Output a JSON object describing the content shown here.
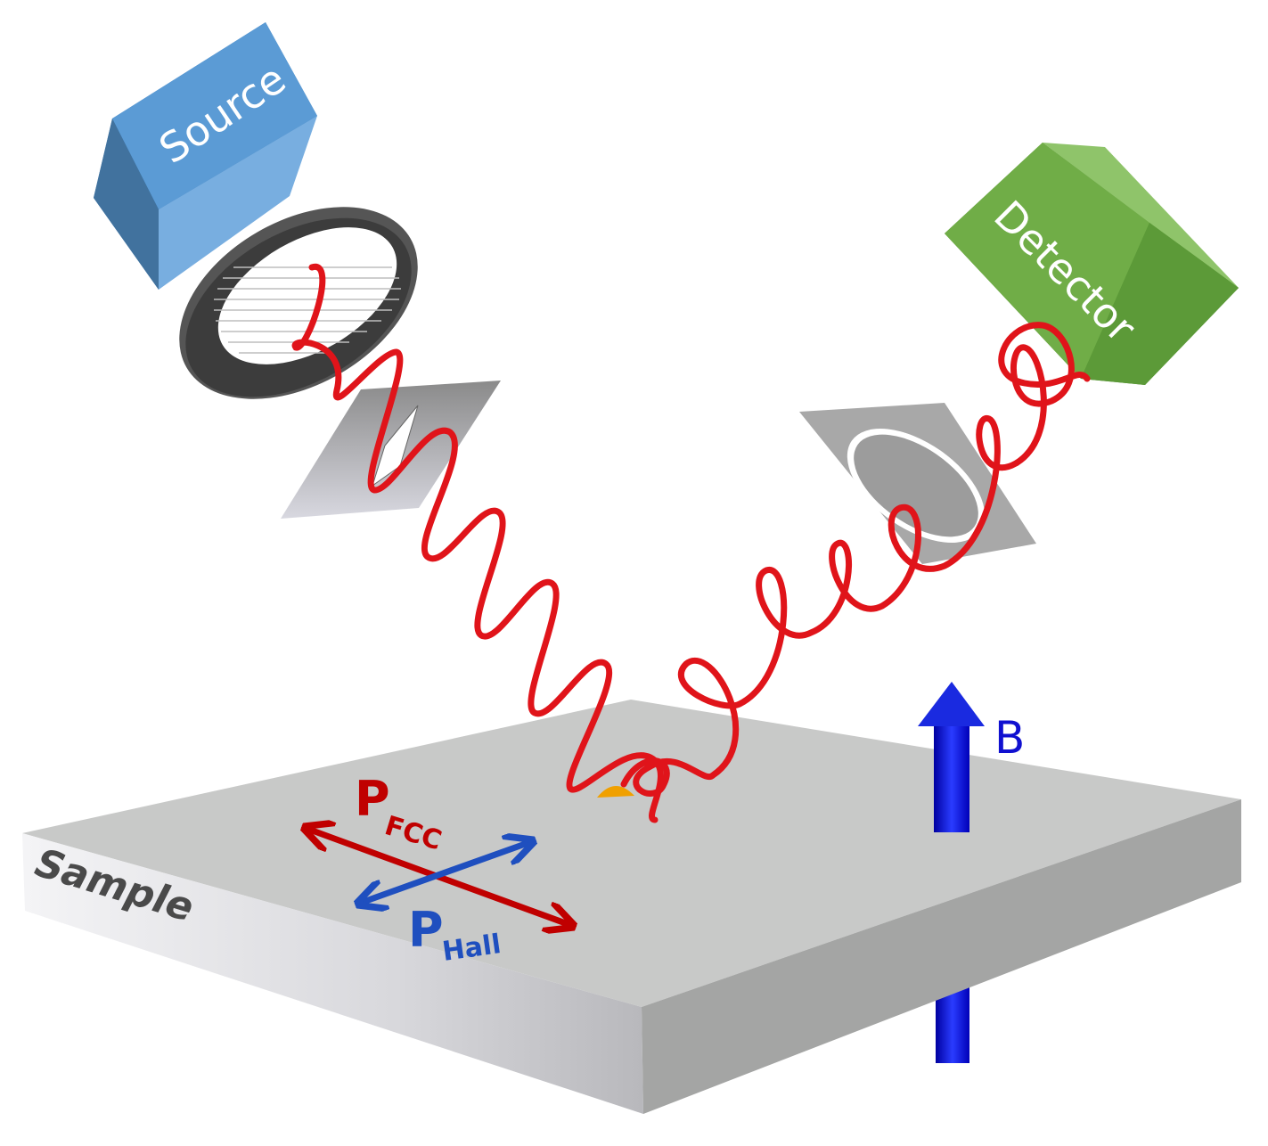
{
  "labels": {
    "source": "Source",
    "detector": "Detector",
    "sample": "Sample",
    "p_fcc_main": "P",
    "p_fcc_sub": "FCC",
    "p_hall_main": "P",
    "p_hall_sub": "Hall",
    "field": "B"
  },
  "colors": {
    "source_box": "#5b9bd5",
    "detector_box": "#70ad47",
    "beam": "#e0141a",
    "p_fcc": "#c00000",
    "p_hall": "#1f4fbf",
    "field_arrow": "#1010d0",
    "sample_top": "#c8c9c8",
    "spot": "#f0a000"
  },
  "icons": [
    "polarizer-icon",
    "quarter-wave-plate-icon",
    "analyzer-plate-icon",
    "field-arrow-icon"
  ]
}
